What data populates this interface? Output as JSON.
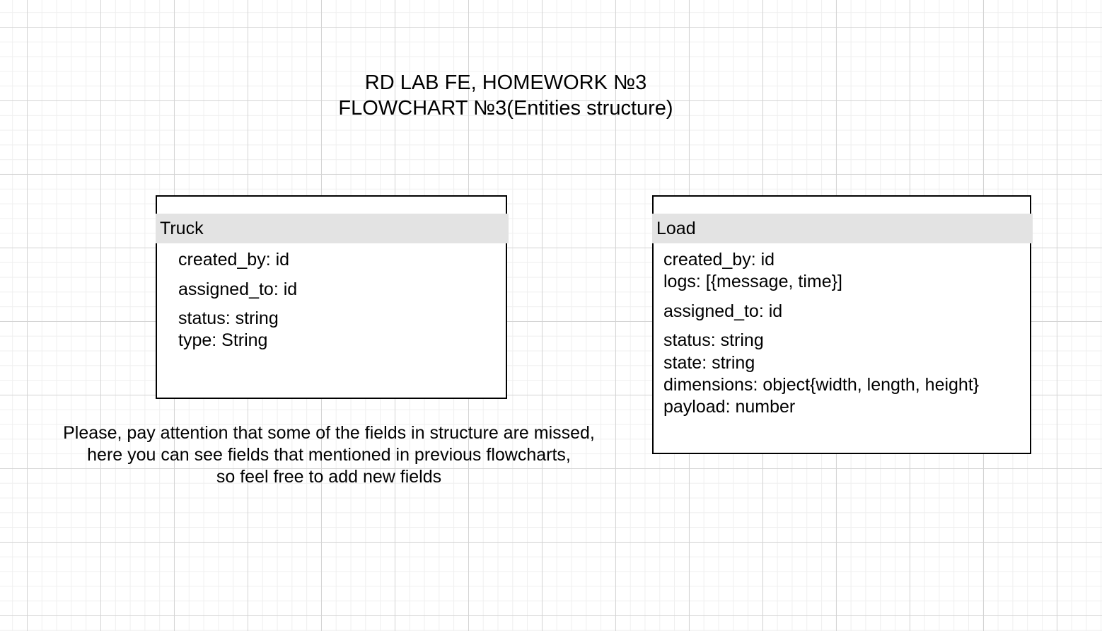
{
  "title": {
    "line1": "RD LAB FE, HOMEWORK №3",
    "line2": "FLOWCHART №3(Entities structure)"
  },
  "entities": {
    "truck": {
      "name": "Truck",
      "fields": [
        "created_by: id",
        "assigned_to: id",
        "status: string",
        "type: String"
      ]
    },
    "load": {
      "name": "Load",
      "fields": [
        "created_by: id",
        "logs: [{message, time}]",
        "assigned_to: id",
        "status: string",
        "state: string",
        "dimensions: object{width, length, height}",
        "payload: number"
      ]
    }
  },
  "note": {
    "line1": "Please, pay attention that some of the fields in structure are missed,",
    "line2": "here you can see fields that mentioned in previous flowcharts,",
    "line3": "so feel free to add new fields"
  }
}
